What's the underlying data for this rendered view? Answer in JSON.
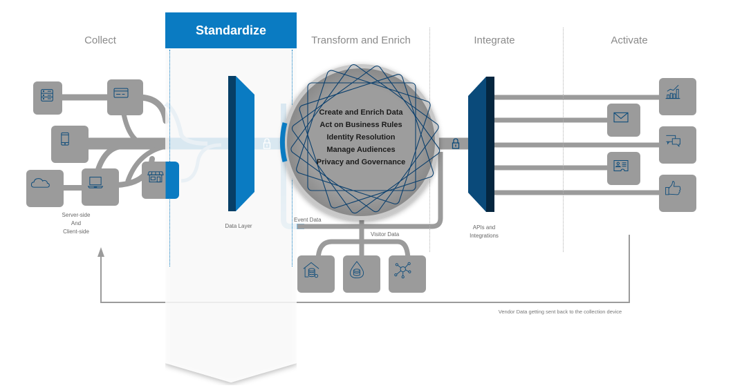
{
  "stages": {
    "collect": "Collect",
    "standardize": "Standardize",
    "transform": "Transform and Enrich",
    "integrate": "Integrate",
    "activate": "Activate"
  },
  "collect": {
    "caption": [
      "Server-side",
      "And",
      "Client-side"
    ],
    "sources": [
      {
        "icon": "server-icon"
      },
      {
        "icon": "credit-card-icon"
      },
      {
        "icon": "mobile-phone-icon"
      },
      {
        "icon": "cloud-icon"
      },
      {
        "icon": "laptop-icon"
      },
      {
        "icon": "storefront-icon"
      }
    ]
  },
  "standardize": {
    "data_layer_label": "Data Layer"
  },
  "transform": {
    "capabilities": [
      "Create and Enrich Data",
      "Act on Business Rules",
      "Identity Resolution",
      "Manage Audiences",
      "Privacy and Governance"
    ],
    "event_data_label": "Event Data",
    "visitor_data_label": "Visitor Data",
    "stores": [
      {
        "icon": "data-warehouse-icon"
      },
      {
        "icon": "data-lake-icon"
      },
      {
        "icon": "network-hub-icon"
      }
    ]
  },
  "integrate": {
    "label": [
      "APIs and",
      "Integrations"
    ]
  },
  "activate": {
    "destinations": [
      {
        "icon": "analytics-chart-icon"
      },
      {
        "icon": "email-icon"
      },
      {
        "icon": "chat-bubbles-icon"
      },
      {
        "icon": "id-card-icon"
      },
      {
        "icon": "thumbs-up-icon"
      }
    ]
  },
  "feedback_label": "Vendor Data getting sent back to the collection device",
  "colors": {
    "brand_blue": "#0a7bc2",
    "dark_blue": "#073f66",
    "tile_gray": "#9b9b9b",
    "pipe_gray": "#9b9b9b"
  }
}
